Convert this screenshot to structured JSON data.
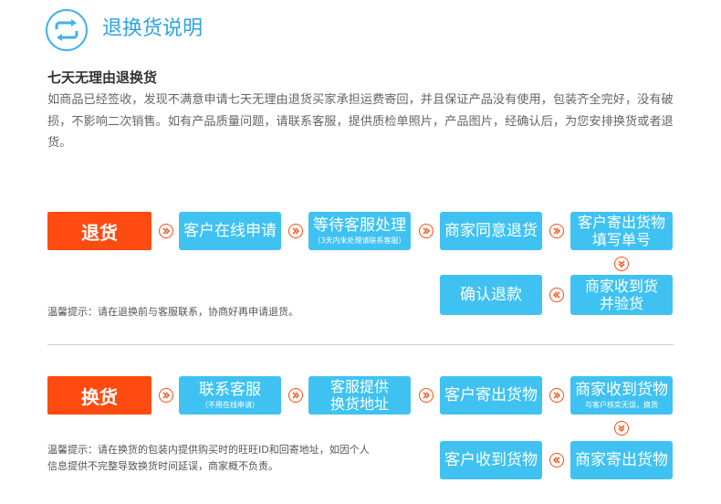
{
  "header": {
    "title": "退换货说明",
    "icon": "exchange-icon"
  },
  "policy": {
    "title": "七天无理由退换货",
    "text": "如商品已经签收，发现不满意申请七天无理由退货买家承担运费寄回，并且保证产品没有使用，包装齐全完好，没有破损，不影响二次销售。如有产品质量问题，请联系客服，提供质检单照片，产品图片，经确认后，为您安排换货或者退货。"
  },
  "colors": {
    "accent": "#ff4a10",
    "box": "#3fc2f1",
    "title": "#2aa3e6"
  },
  "return_flow": {
    "label": "退货",
    "steps": [
      {
        "main": "客户在线申请"
      },
      {
        "main": "等待客服处理",
        "sub": "（3天内未处理请联系客服）"
      },
      {
        "main": "商家同意退货"
      },
      {
        "line1": "客户寄出货物",
        "line2": "填写单号"
      },
      {
        "line1": "商家收到货",
        "line2": "并验货"
      },
      {
        "main": "确认退款"
      }
    ],
    "note": "温馨提示：请在退换前与客服联系，协商好再申请退货。"
  },
  "exchange_flow": {
    "label": "换货",
    "steps": [
      {
        "main": "联系客服",
        "sub": "（不用在线申请）"
      },
      {
        "line1": "客服提供",
        "line2": "换货地址"
      },
      {
        "main": "客户寄出货物"
      },
      {
        "main": "商家收到货物",
        "sub": "与客户核实无误，换货"
      },
      {
        "main": "商家寄出货物"
      },
      {
        "main": "客户收到货物"
      }
    ],
    "note_line1": "温馨提示：请在换货的包装内提供购买时的旺旺ID和回寄地址，如因个人",
    "note_line2": "信息提供不完整导致换货时间延误，商家概不负责。"
  }
}
